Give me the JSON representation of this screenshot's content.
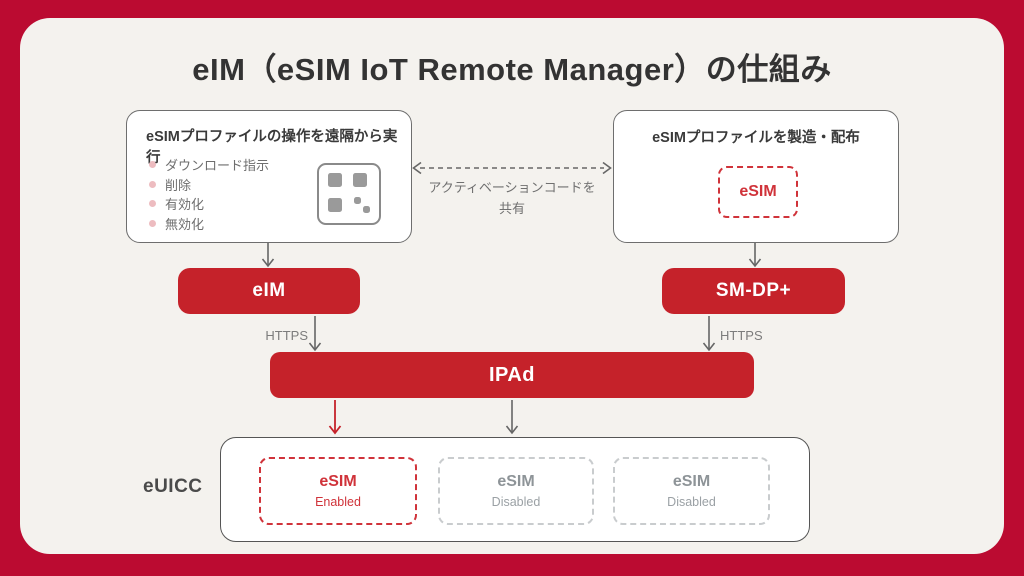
{
  "title": "eIM（eSIM IoT Remote Manager）の仕組み",
  "remote_box": {
    "title": "eSIMプロファイルの操作を遠隔から実行",
    "bullets": [
      "ダウンロード指示",
      "削除",
      "有効化",
      "無効化"
    ]
  },
  "distribute_box": {
    "title": "eSIMプロファイルを製造・配布",
    "chip_label": "eSIM"
  },
  "activation": {
    "line1": "アクティベーションコードを",
    "line2": "共有"
  },
  "nodes": {
    "eim": "eIM",
    "smdp": "SM-DP+",
    "ipad": "IPAd"
  },
  "labels": {
    "https_left": "HTTPS",
    "https_right": "HTTPS"
  },
  "euicc": {
    "label": "eUICC",
    "profiles": [
      {
        "name": "eSIM",
        "status": "Enabled"
      },
      {
        "name": "eSIM",
        "status": "Disabled"
      },
      {
        "name": "eSIM",
        "status": "Disabled"
      }
    ]
  },
  "colors": {
    "frame_red": "#bb0b31",
    "node_red": "#c5222a",
    "dashed_red": "#d0333a",
    "panel_background": "#f4f2ee",
    "gray_text": "#707070"
  }
}
